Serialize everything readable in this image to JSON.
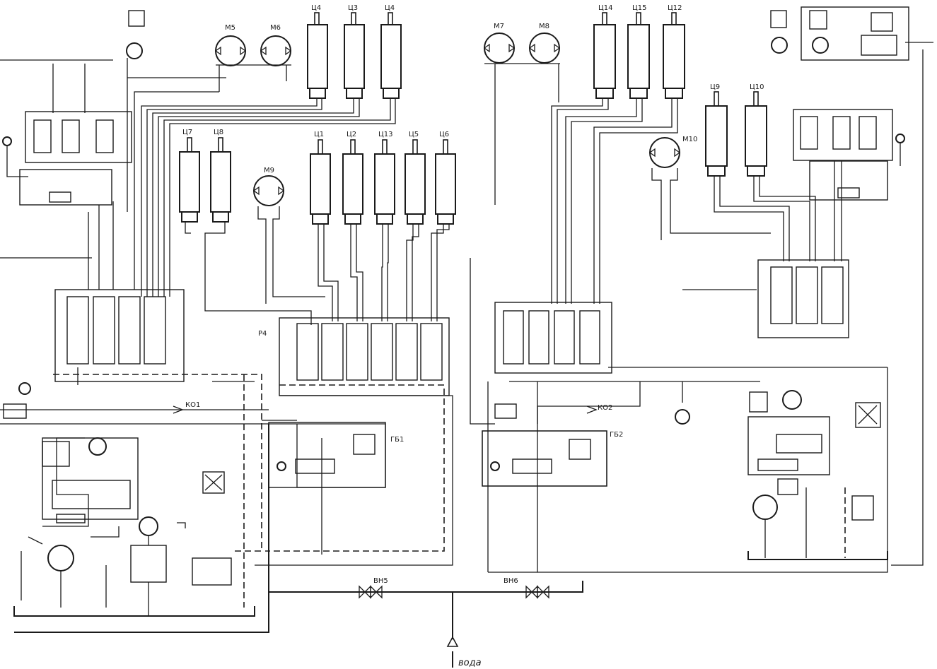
{
  "labels": {
    "outlet": "вода",
    "valve_left": "ВН5",
    "valve_right": "ВН6",
    "throttle_left": "КО1",
    "throttle_right": "КО2",
    "block_left": "ГБ1",
    "block_right": "ГБ2",
    "distributor_mid": "Р4"
  },
  "cylinders_top_left": [
    "Ц4",
    "Ц3",
    "Ц4"
  ],
  "cylinders_top_right": [
    "Ц14",
    "Ц15",
    "Ц12"
  ],
  "cylinders_mid_left": [
    "Ц7",
    "Ц8"
  ],
  "cylinders_mid": [
    "Ц1",
    "Ц2",
    "Ц13",
    "Ц5",
    "Ц6"
  ],
  "cylinders_mid_right": [
    "Ц9",
    "Ц10"
  ],
  "motors_top": [
    "М5",
    "М6",
    "М7",
    "М8"
  ],
  "motor_mid": "М9",
  "motor_mid_right": "М10"
}
